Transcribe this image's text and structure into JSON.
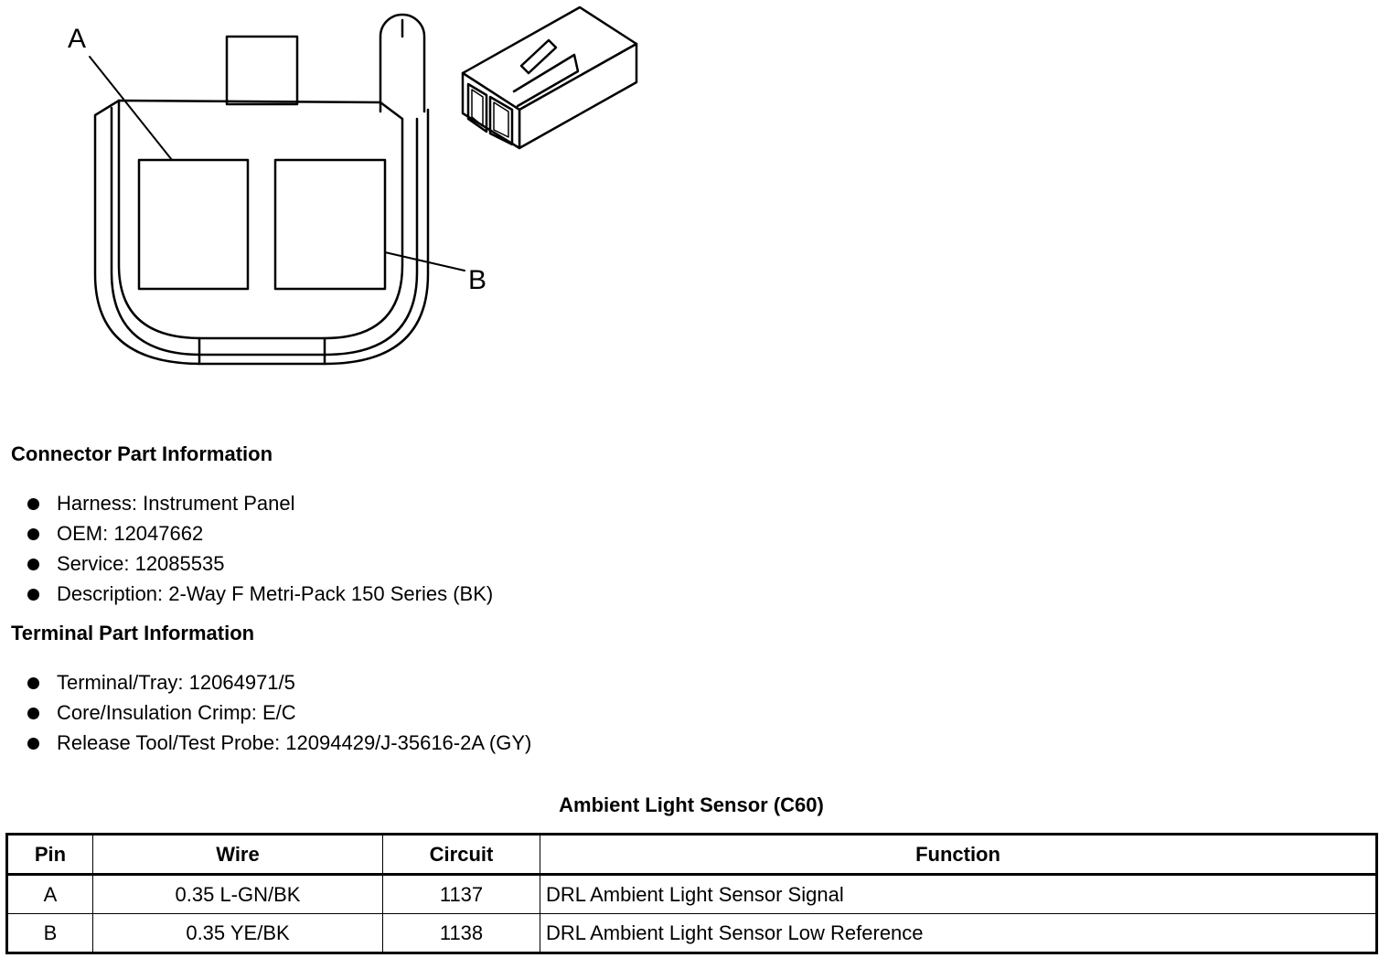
{
  "diagram": {
    "pin_label_a": "A",
    "pin_label_b": "B"
  },
  "connector_info": {
    "title": "Connector Part Information",
    "items": [
      "Harness: Instrument Panel",
      "OEM: 12047662",
      "Service: 12085535",
      "Description: 2-Way F Metri-Pack 150 Series (BK)"
    ]
  },
  "terminal_info": {
    "title": "Terminal Part Information",
    "items": [
      "Terminal/Tray: 12064971/5",
      "Core/Insulation Crimp: E/C",
      "Release Tool/Test Probe: 12094429/J-35616-2A (GY)"
    ]
  },
  "pin_table": {
    "title": "Ambient Light Sensor (C60)",
    "headers": [
      "Pin",
      "Wire",
      "Circuit",
      "Function"
    ],
    "rows": [
      [
        "A",
        "0.35 L-GN/BK",
        "1137",
        "DRL Ambient Light Sensor Signal"
      ],
      [
        "B",
        "0.35 YE/BK",
        "1138",
        "DRL Ambient Light Sensor Low Reference"
      ]
    ]
  }
}
